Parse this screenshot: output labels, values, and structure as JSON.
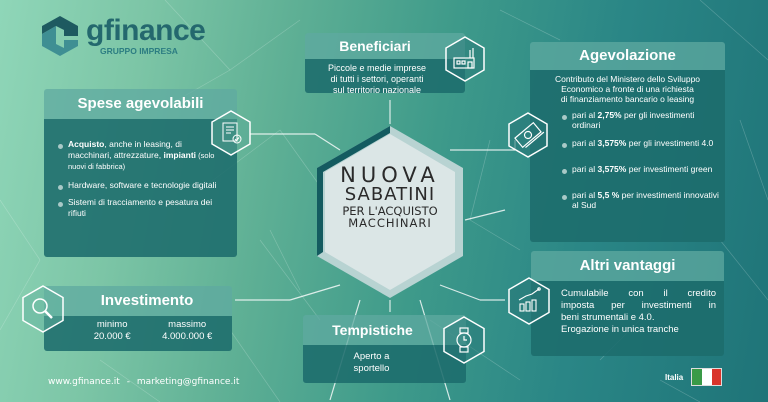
{
  "brand": {
    "name": "gfinance",
    "subtitle": "GRUPPO IMPRESA"
  },
  "center": {
    "line1": "NUOVA",
    "line2": "SABATINI",
    "line3": "PER L'ACQUISTO",
    "line4": "MACCHINARI"
  },
  "beneficiari": {
    "title": "Beneficiari",
    "icon": "factory-icon",
    "text_lines": [
      "Piccole e medie imprese",
      "di tutti i settori, operanti",
      "sul territorio nazionale"
    ]
  },
  "agevolazione": {
    "title": "Agevolazione",
    "icon": "money-icon",
    "intro_lines": [
      "Contributo del Ministero dello Sviluppo",
      "Economico a fronte di una richiesta",
      "di finanziamento bancario o leasing"
    ],
    "items": [
      {
        "prefix": "pari al ",
        "value": "2,75%",
        "suffix": " per gli investimenti ordinari"
      },
      {
        "prefix": "pari al ",
        "value": "3,575%",
        "suffix": " per gli investimenti 4.0"
      },
      {
        "prefix": "pari al ",
        "value": "3,575%",
        "suffix": " per investimenti green"
      },
      {
        "prefix": "pari al ",
        "value": "5,5 %",
        "suffix": " per investimenti innovativi al Sud"
      }
    ]
  },
  "spese": {
    "title": "Spese agevolabili",
    "icon": "document-check-icon",
    "items": [
      {
        "bold": "Acquisto",
        "text": ", anche in leasing, di macchinari, attrezzature,",
        "bold2": "impianti",
        "note": " (solo nuovi di fabbrica)"
      },
      {
        "text": "Hardware, software e tecnologie digitali"
      },
      {
        "text": "Sistemi di tracciamento e pesatura dei rifiuti"
      }
    ]
  },
  "investimento": {
    "title": "Investimento",
    "icon": "search-icon",
    "min_label": "minimo",
    "min_value": "20.000 €",
    "max_label": "massimo",
    "max_value": "4.000.000 €"
  },
  "tempistiche": {
    "title": "Tempistiche",
    "icon": "watch-icon",
    "text_lines": [
      "Aperto a",
      "sportello"
    ]
  },
  "altri": {
    "title": "Altri vantaggi",
    "icon": "growth-chart-icon",
    "text_lines": [
      "Cumulabile con il credito",
      "imposta per investimenti in",
      "beni strumentali e 4.0.",
      "Erogazione in unica tranche"
    ]
  },
  "footer": {
    "website": "www.gfinance.it",
    "separator": "-",
    "email": "marketing@gfinance.it",
    "country": "Italia"
  },
  "colors": {
    "brand_dark": "#24686e",
    "card_head": "#5faaa0",
    "card_body": "#1c6c6c",
    "flag_green": "#3a9a47",
    "flag_white": "#ffffff",
    "flag_red": "#d9342b"
  }
}
